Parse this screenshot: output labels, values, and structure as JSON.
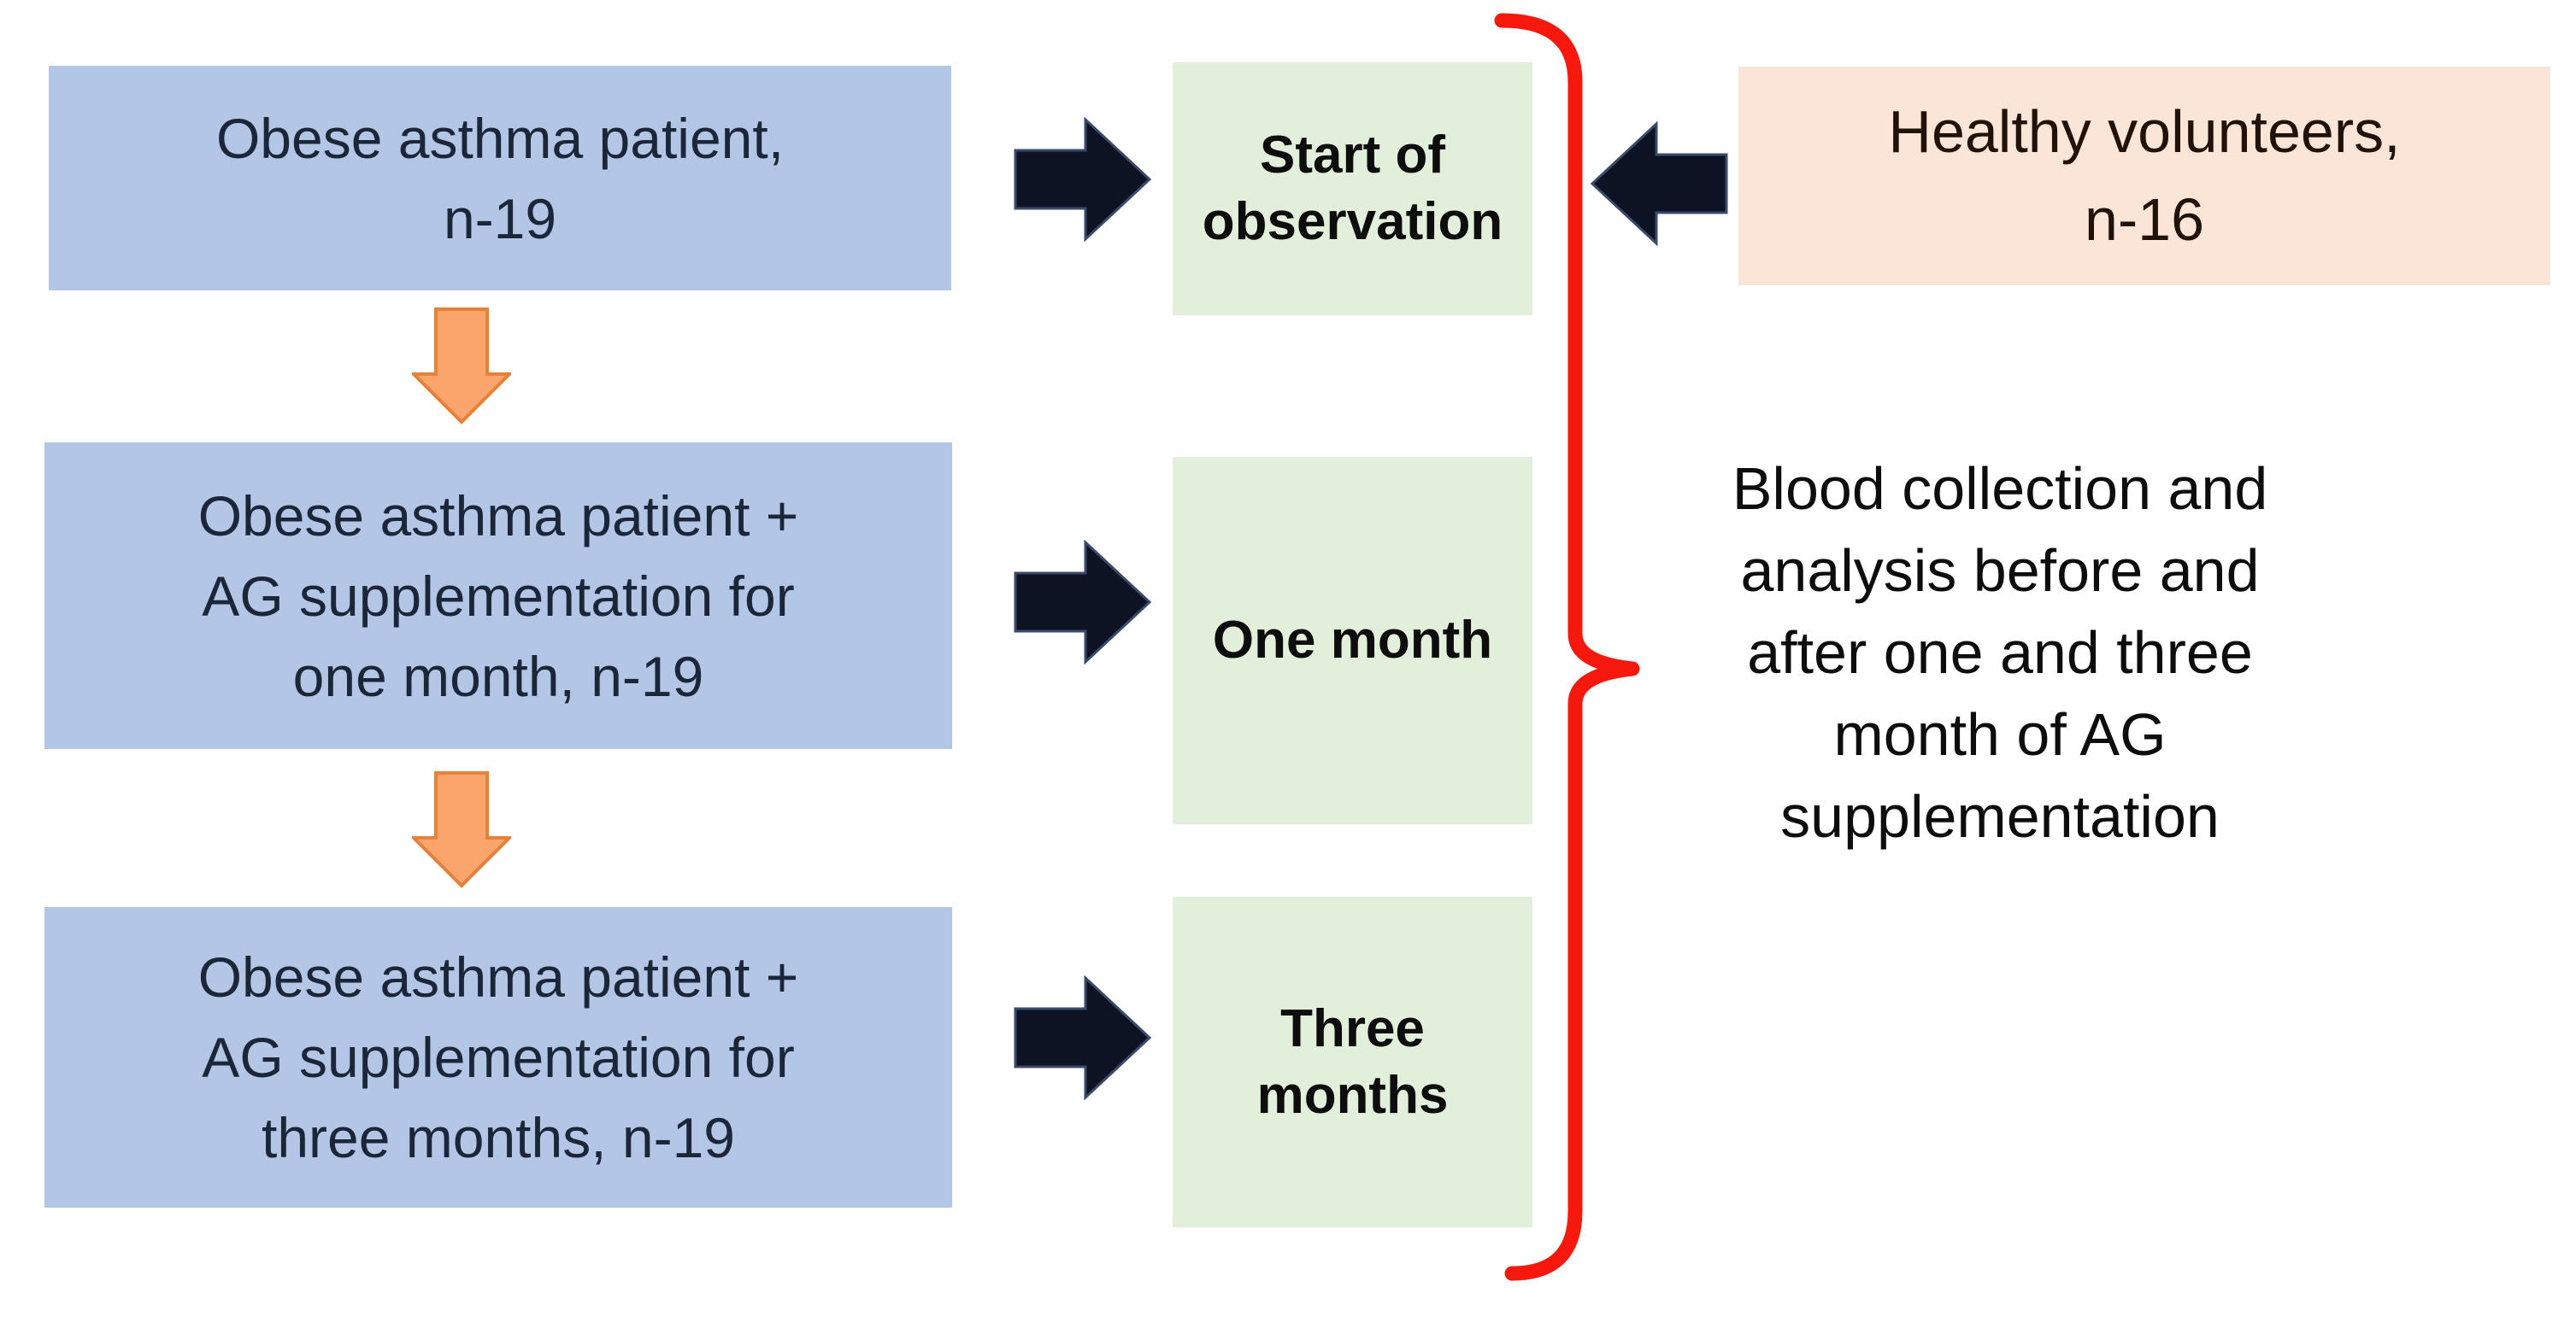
{
  "colors": {
    "canvas_bg": "#ffffff",
    "blue_box": "#b3c6e5",
    "green_box": "#e2efda",
    "peach_box": "#fbe5d6",
    "blue_text": "#1b2638",
    "dark_text": "#0d0d0d",
    "peach_text": "#201209",
    "arrow_black": "#0d1322",
    "arrow_black_edge": "#3a4a6b",
    "arrow_orange": "#fba46c",
    "arrow_orange_edge": "#e5813a",
    "brace_red": "#f7180d"
  },
  "boxes": {
    "obese_baseline": {
      "label": "Obese asthma patient,\nn-19"
    },
    "obese_one_month": {
      "label": "Obese asthma patient +\nAG supplementation for\none month, n-19"
    },
    "obese_three_months": {
      "label": "Obese asthma patient +\nAG supplementation for\nthree months, n-19"
    },
    "start_observation": {
      "label": "Start of\nobservation"
    },
    "one_month": {
      "label": "One month"
    },
    "three_months": {
      "label": "Three\nmonths"
    },
    "healthy_volunteers": {
      "label": "Healthy volunteers,\nn-16"
    }
  },
  "annotation": {
    "text": "Blood collection and\nanalysis before and\nafter one and three\nmonth of AG\nsupplementation"
  },
  "icons": {
    "right_arrows": "black-right-arrow",
    "left_arrow": "black-left-arrow",
    "down_arrows": "orange-down-arrow",
    "brace": "red-curly-brace"
  }
}
